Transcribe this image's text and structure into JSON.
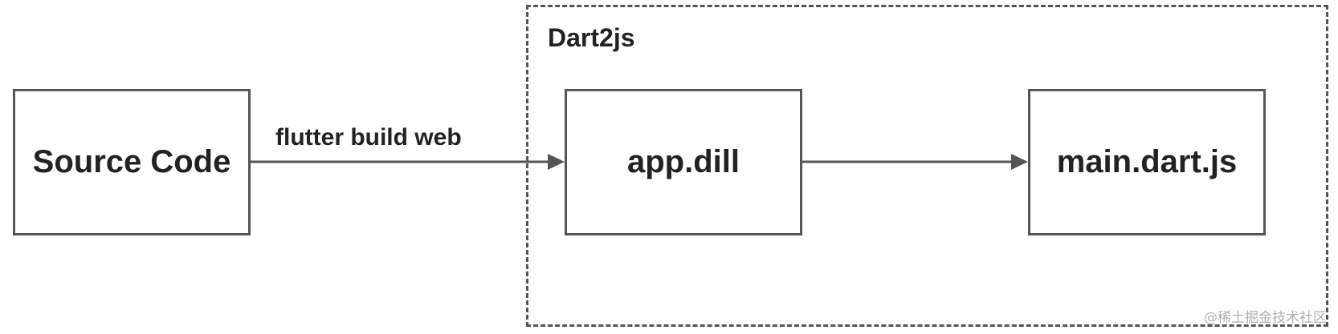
{
  "group": {
    "label": "Dart2js"
  },
  "nodes": {
    "source": "Source Code",
    "dill": "app.dill",
    "main": "main.dart.js"
  },
  "edges": {
    "source_to_dill": "flutter build web"
  },
  "watermark": "@稀土掘金技术社区",
  "colors": {
    "stroke": "#555555",
    "text": "#222222",
    "watermark": "#b0b0b0"
  }
}
